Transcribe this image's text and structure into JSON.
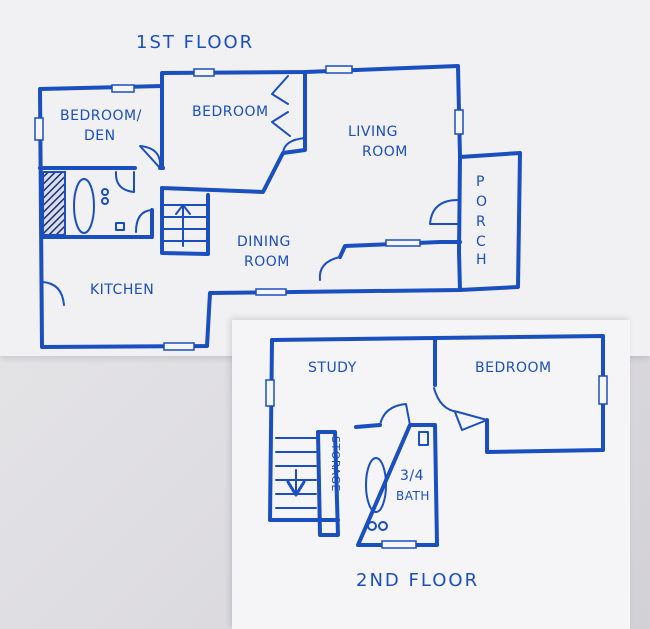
{
  "first_floor": {
    "title": "1ST FLOOR",
    "rooms": {
      "bedroom_den_1": "BEDROOM/",
      "bedroom_den_2": "DEN",
      "bedroom": "BEDROOM",
      "living_1": "LIVING",
      "living_2": "ROOM",
      "porch": [
        "P",
        "O",
        "R",
        "C",
        "H"
      ],
      "dining_1": "DINING",
      "dining_2": "ROOM",
      "kitchen": "KITCHEN"
    }
  },
  "second_floor": {
    "title": "2ND FLOOR",
    "rooms": {
      "study": "STUDY",
      "bedroom": "BEDROOM",
      "storage": "STORAGE",
      "bath_1": "3/4",
      "bath_2": "BATH"
    }
  },
  "colors": {
    "ink": "#1a4fc0",
    "paper": "#f1f0f2"
  }
}
